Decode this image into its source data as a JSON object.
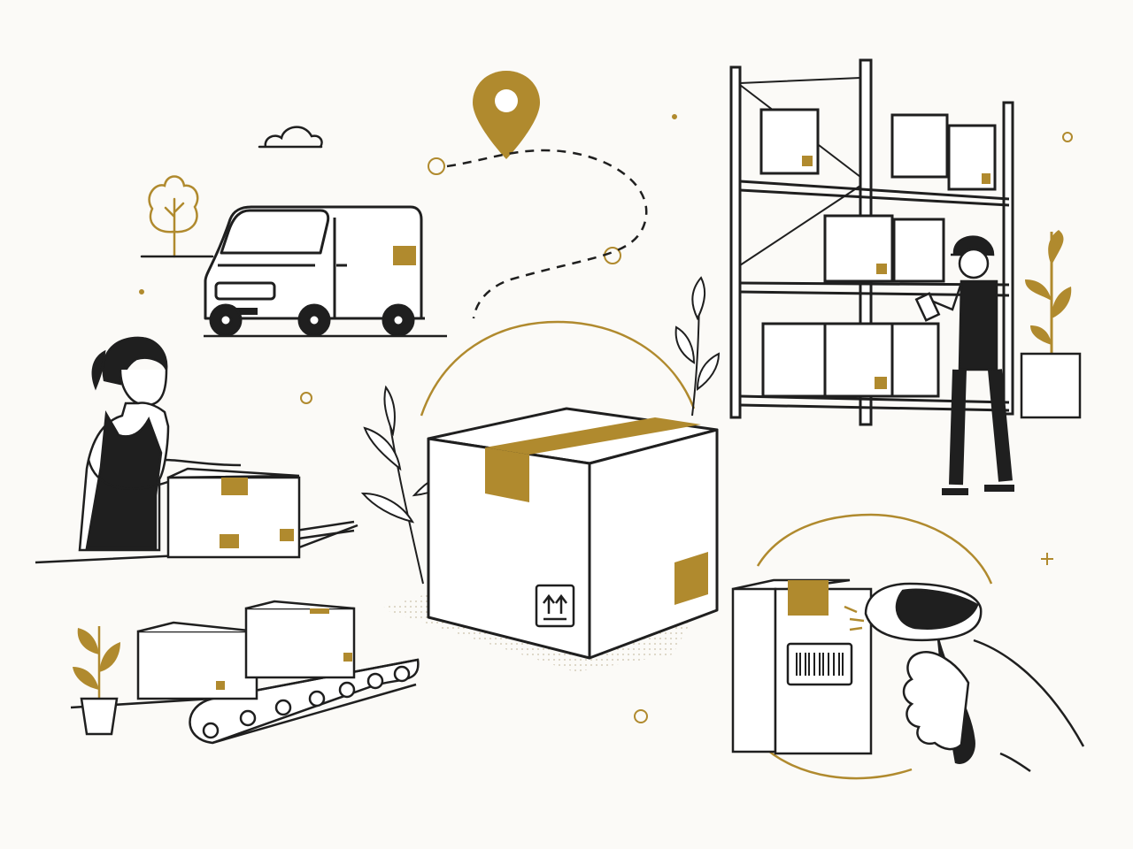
{
  "colors": {
    "ink": "#1f1f1f",
    "gold": "#b08a2e",
    "background": "#fbfaf7",
    "box_fill": "#ffffff"
  },
  "illustration": {
    "theme": "logistics-and-shipping",
    "elements": [
      "cloud-icon",
      "tree-icon",
      "delivery-van",
      "location-pin-icon",
      "dashed-route-path",
      "warehouse-shelving",
      "warehouse-worker-with-tablet",
      "potted-plant",
      "packing-worker",
      "central-cardboard-box",
      "this-way-up-icon",
      "conveyor-belt",
      "barcode-scanner-in-hand",
      "barcode-label"
    ]
  }
}
